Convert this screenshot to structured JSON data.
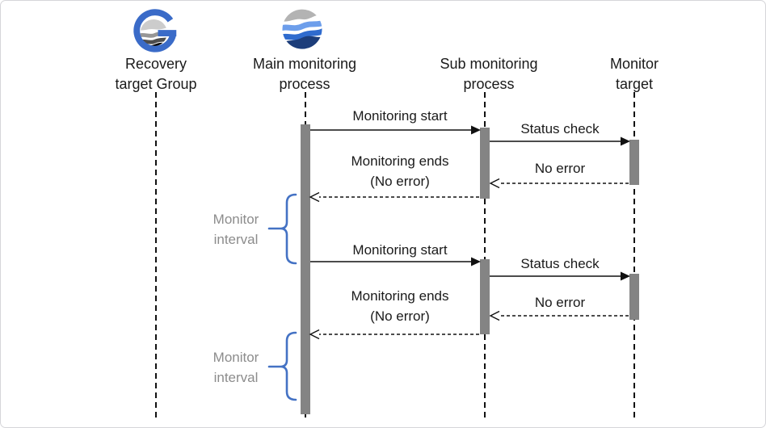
{
  "actors": [
    {
      "line1": "Recovery",
      "line2": "target Group",
      "icon": "g-globe-icon"
    },
    {
      "line1": "Main monitoring",
      "line2": "process",
      "icon": "wave-sphere-icon"
    },
    {
      "line1": "Sub monitoring",
      "line2": "process"
    },
    {
      "line1": "Monitor",
      "line2": "target"
    }
  ],
  "messages": [
    {
      "label": "Monitoring start",
      "from": "Main monitoring process",
      "to": "Sub monitoring process",
      "style": "solid"
    },
    {
      "label": "Status check",
      "from": "Sub monitoring process",
      "to": "Monitor target",
      "style": "solid"
    },
    {
      "label": "No error",
      "from": "Monitor target",
      "to": "Sub monitoring process",
      "style": "dashed"
    },
    {
      "label": "Monitoring ends",
      "sublabel": "(No error)",
      "from": "Sub monitoring process",
      "to": "Main monitoring process",
      "style": "dashed"
    },
    {
      "label": "Monitoring start",
      "from": "Main monitoring process",
      "to": "Sub monitoring process",
      "style": "solid"
    },
    {
      "label": "Status check",
      "from": "Sub monitoring process",
      "to": "Monitor target",
      "style": "solid"
    },
    {
      "label": "No error",
      "from": "Monitor target",
      "to": "Sub monitoring process",
      "style": "dashed"
    },
    {
      "label": "Monitoring ends",
      "sublabel": "(No error)",
      "from": "Sub monitoring process",
      "to": "Main monitoring process",
      "style": "dashed"
    }
  ],
  "intervals": [
    {
      "line1": "Monitor",
      "line2": "interval"
    },
    {
      "line1": "Monitor",
      "line2": "interval"
    }
  ],
  "colors": {
    "accent_blue": "#4472C4",
    "bar_gray": "#848484",
    "interval_text": "#8c8c8c",
    "logo_blue": "#3a6bc8",
    "wave_gray": "#b3b3b3",
    "wave_light_blue": "#6d9eeb",
    "wave_mid_blue": "#2f6bce",
    "wave_navy": "#1c3d7a"
  }
}
